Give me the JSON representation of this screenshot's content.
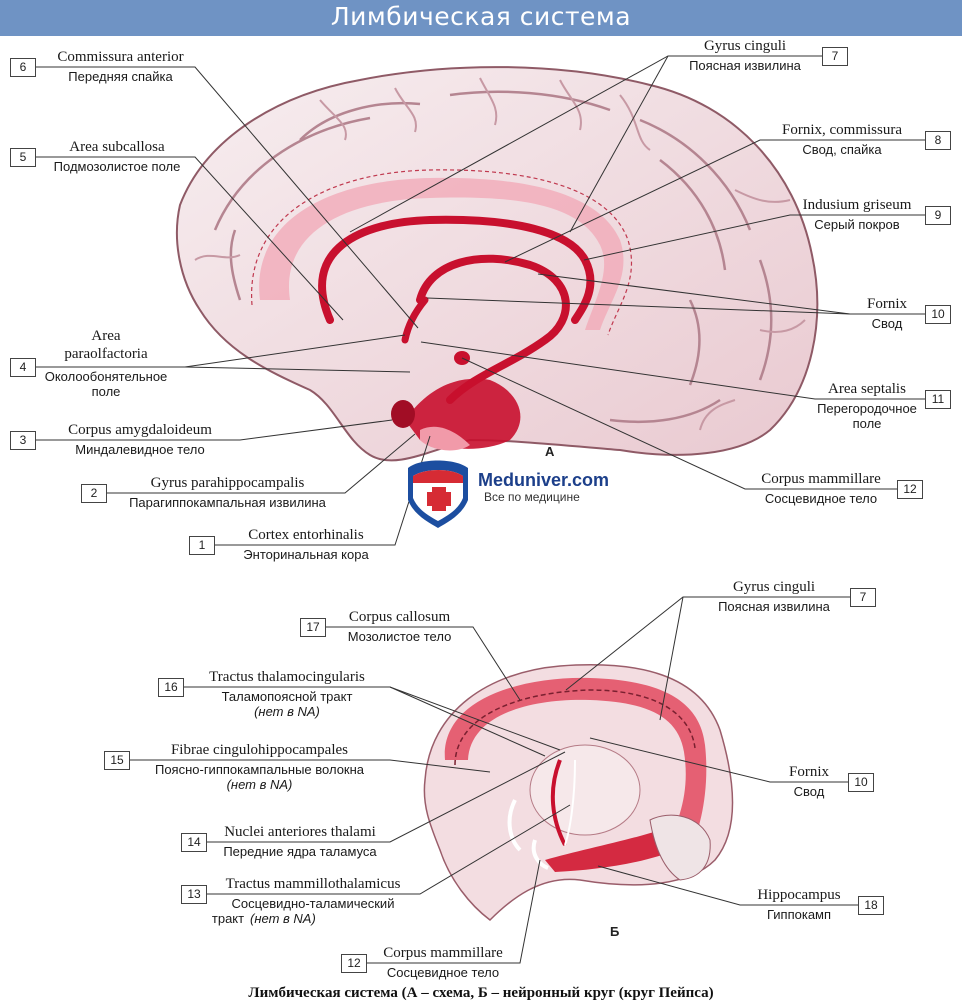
{
  "header": {
    "title": "Лимбическая система"
  },
  "panels": {
    "a": "А",
    "b": "Б"
  },
  "watermark": {
    "brand": "Meduniver.com",
    "tagline": "Все по медицине"
  },
  "labels": {
    "l6": {
      "num": "6",
      "lat": "Commissura anterior",
      "rus": "Передняя спайка"
    },
    "l5": {
      "num": "5",
      "lat": "Area subcallosa",
      "rus": "Подмозолистое поле"
    },
    "l4": {
      "num": "4",
      "lat1": "Area",
      "lat2": "paraolfactoria",
      "rus1": "Околообонятельное",
      "rus2": "поле"
    },
    "l3": {
      "num": "3",
      "lat": "Corpus amygdaloideum",
      "rus": "Миндалевидное тело"
    },
    "l2": {
      "num": "2",
      "lat": "Gyrus parahippocampalis",
      "rus": "Парагиппокампальная извилина"
    },
    "l1": {
      "num": "1",
      "lat": "Cortex entorhinalis",
      "rus": "Энторинальная кора"
    },
    "l7a": {
      "num": "7",
      "lat": "Gyrus cinguli",
      "rus": "Поясная извилина"
    },
    "l8": {
      "num": "8",
      "lat": "Fornix, commissura",
      "rus": "Свод, спайка"
    },
    "l9": {
      "num": "9",
      "lat": "Indusium griseum",
      "rus": "Серый покров"
    },
    "l10a": {
      "num": "10",
      "lat": "Fornix",
      "rus": "Свод"
    },
    "l11": {
      "num": "11",
      "lat": "Area septalis",
      "rus1": "Перегородочное",
      "rus2": "поле"
    },
    "l12a": {
      "num": "12",
      "lat": "Corpus mammillare",
      "rus": "Сосцевидное тело"
    },
    "l7b": {
      "num": "7",
      "lat": "Gyrus cinguli",
      "rus": "Поясная извилина"
    },
    "l17": {
      "num": "17",
      "lat": "Corpus callosum",
      "rus": "Мозолистое тело"
    },
    "l16": {
      "num": "16",
      "lat": "Tractus thalamocingularis",
      "rus": "Таламопоясной тракт",
      "note": "(нет в NA)"
    },
    "l15": {
      "num": "15",
      "lat": "Fibrae cingulohippocampales",
      "rus": "Поясно-гиппокампальные волокна",
      "note": "(нет в NA)"
    },
    "l10b": {
      "num": "10",
      "lat": "Fornix",
      "rus": "Свод"
    },
    "l14": {
      "num": "14",
      "lat": "Nuclei anteriores thalami",
      "rus": "Передние ядра таламуса"
    },
    "l13": {
      "num": "13",
      "lat": "Tractus mammillothalamicus",
      "rus1": "Сосцевидно-таламический",
      "rus2": "тракт",
      "note": "(нет в NA)"
    },
    "l18": {
      "num": "18",
      "lat": "Hippocampus",
      "rus": "Гиппокамп"
    },
    "l12b": {
      "num": "12",
      "lat": "Corpus mammillare",
      "rus": "Сосцевидное тело"
    }
  },
  "caption": "Лимбическая система (А – схема, Б – нейронный круг (круг Пейпса)"
}
